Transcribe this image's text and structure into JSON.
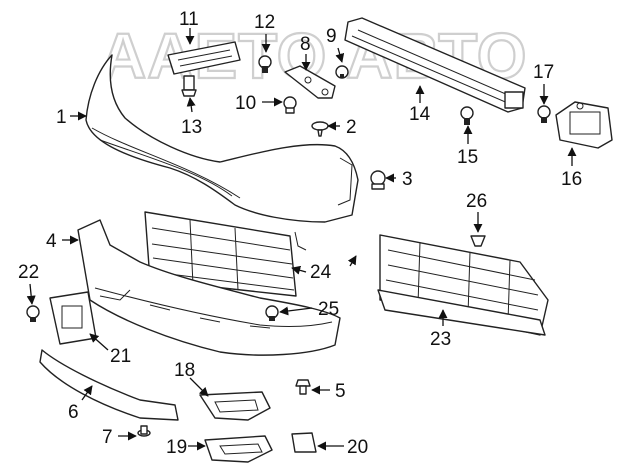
{
  "watermark": {
    "text": "ААЕТО АВТО"
  },
  "callouts": [
    {
      "id": "1",
      "label": "1"
    },
    {
      "id": "2",
      "label": "2"
    },
    {
      "id": "3",
      "label": "3"
    },
    {
      "id": "4",
      "label": "4"
    },
    {
      "id": "5",
      "label": "5"
    },
    {
      "id": "6",
      "label": "6"
    },
    {
      "id": "7",
      "label": "7"
    },
    {
      "id": "8",
      "label": "8"
    },
    {
      "id": "9",
      "label": "9"
    },
    {
      "id": "10",
      "label": "10"
    },
    {
      "id": "11",
      "label": "11"
    },
    {
      "id": "12",
      "label": "12"
    },
    {
      "id": "13",
      "label": "13"
    },
    {
      "id": "14",
      "label": "14"
    },
    {
      "id": "15",
      "label": "15"
    },
    {
      "id": "16",
      "label": "16"
    },
    {
      "id": "17",
      "label": "17"
    },
    {
      "id": "18",
      "label": "18"
    },
    {
      "id": "19",
      "label": "19"
    },
    {
      "id": "20",
      "label": "20"
    },
    {
      "id": "21",
      "label": "21"
    },
    {
      "id": "22",
      "label": "22"
    },
    {
      "id": "23",
      "label": "23"
    },
    {
      "id": "24",
      "label": "24"
    },
    {
      "id": "25",
      "label": "25"
    },
    {
      "id": "26",
      "label": "26"
    }
  ]
}
